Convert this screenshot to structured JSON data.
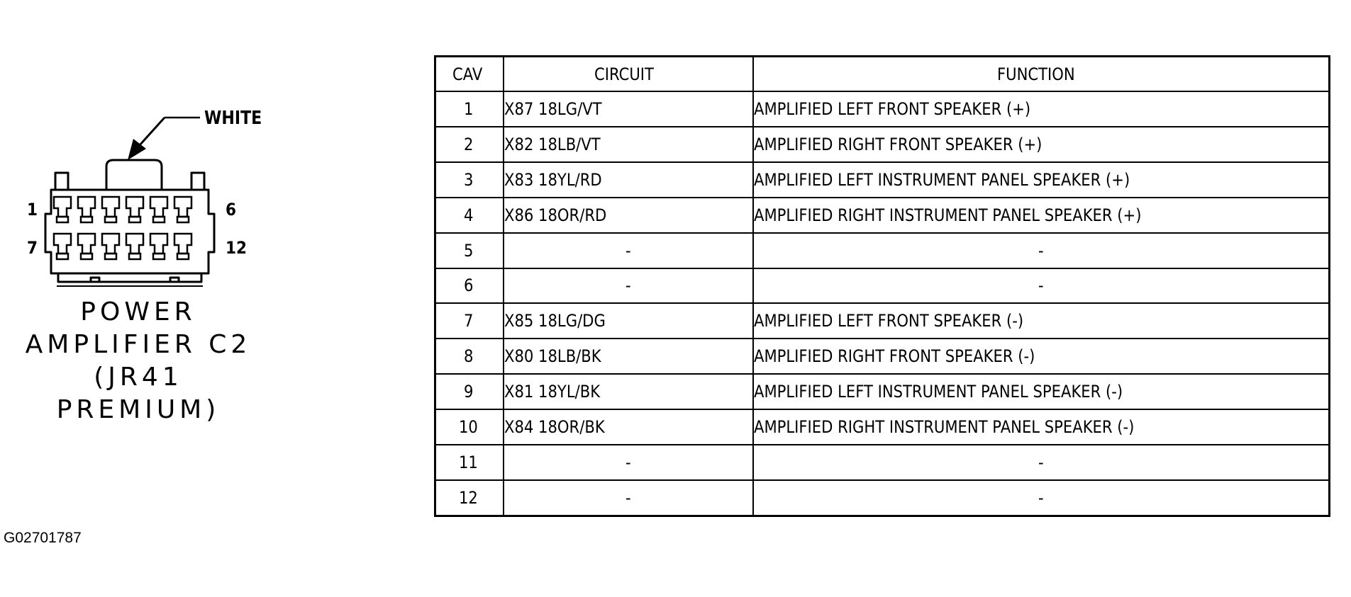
{
  "connector": {
    "name_lines": [
      "POWER",
      "AMPLIFIER C2",
      "(JR41",
      "PREMIUM)"
    ],
    "callout_label": "WHITE",
    "pin_labels": {
      "top_left": "1",
      "top_right": "6",
      "bottom_left": "7",
      "bottom_right": "12"
    }
  },
  "figure_code": "G02701787",
  "table": {
    "headers": {
      "cav": "CAV",
      "circuit": "CIRCUIT",
      "function": "FUNCTION"
    },
    "rows": [
      {
        "cav": "1",
        "circuit": "X87 18LG/VT",
        "function": "AMPLIFIED LEFT FRONT SPEAKER (+)"
      },
      {
        "cav": "2",
        "circuit": "X82 18LB/VT",
        "function": "AMPLIFIED RIGHT FRONT SPEAKER (+)"
      },
      {
        "cav": "3",
        "circuit": "X83 18YL/RD",
        "function": "AMPLIFIED LEFT INSTRUMENT PANEL SPEAKER (+)"
      },
      {
        "cav": "4",
        "circuit": "X86 18OR/RD",
        "function": "AMPLIFIED RIGHT INSTRUMENT PANEL SPEAKER (+)"
      },
      {
        "cav": "5",
        "circuit": "-",
        "function": "-"
      },
      {
        "cav": "6",
        "circuit": "-",
        "function": "-"
      },
      {
        "cav": "7",
        "circuit": "X85 18LG/DG",
        "function": "AMPLIFIED LEFT FRONT SPEAKER (-)"
      },
      {
        "cav": "8",
        "circuit": "X80 18LB/BK",
        "function": "AMPLIFIED RIGHT FRONT SPEAKER (-)"
      },
      {
        "cav": "9",
        "circuit": "X81 18YL/BK",
        "function": "AMPLIFIED LEFT INSTRUMENT PANEL SPEAKER (-)"
      },
      {
        "cav": "10",
        "circuit": "X84 18OR/BK",
        "function": "AMPLIFIED RIGHT INSTRUMENT PANEL SPEAKER (-)"
      },
      {
        "cav": "11",
        "circuit": "-",
        "function": "-"
      },
      {
        "cav": "12",
        "circuit": "-",
        "function": "-"
      }
    ]
  }
}
